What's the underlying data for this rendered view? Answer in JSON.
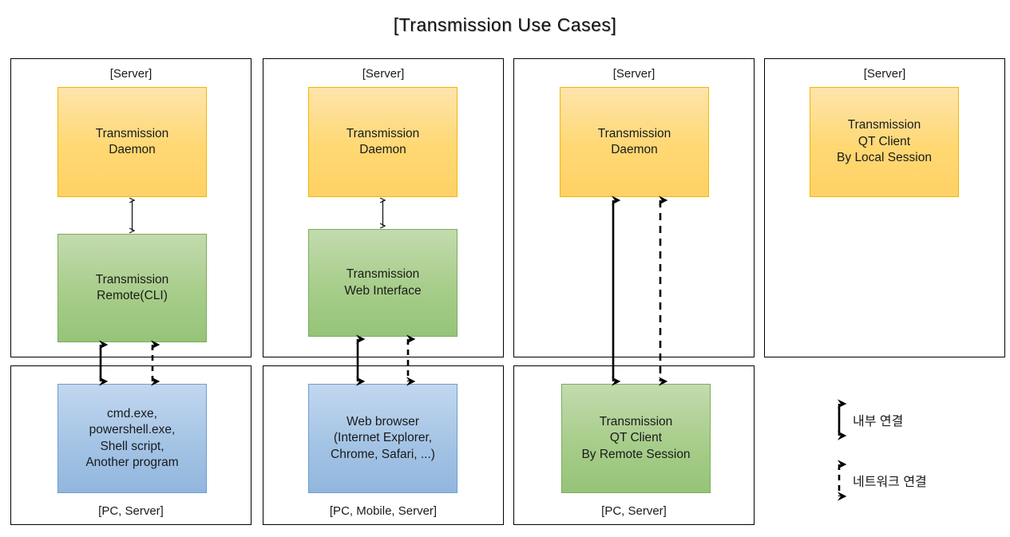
{
  "title": "[Transmission Use Cases]",
  "colors": {
    "orange_fill_top": "#fde4ab",
    "orange_fill_bottom": "#ffd166",
    "orange_border": "#f2b705",
    "green_fill_top": "#c3dbae",
    "green_fill_bottom": "#95c478",
    "green_border": "#7aad5b",
    "blue_fill_top": "#c2d7ef",
    "blue_fill_bottom": "#92b6de",
    "blue_border": "#6f9ccd",
    "panel_border": "#000000",
    "text": "#1a1a1a",
    "background": "#ffffff"
  },
  "columns": [
    {
      "id": "cli",
      "server_panel_caption": "[Server]",
      "client_panel_caption": "[PC, Server]",
      "nodes": [
        {
          "id": "daemon",
          "color": "orange",
          "label": "Transmission\nDaemon"
        },
        {
          "id": "remote-cli",
          "color": "green",
          "label": "Transmission\nRemote(CLI)"
        },
        {
          "id": "shells",
          "color": "blue",
          "label": "cmd.exe,\npowershell.exe,\nShell script,\nAnother program"
        }
      ],
      "connections": [
        {
          "from": "daemon",
          "to": "remote-cli",
          "style": "internal",
          "weight": "thin"
        },
        {
          "from": "remote-cli",
          "to": "shells",
          "style": "internal",
          "weight": "thick"
        },
        {
          "from": "remote-cli",
          "to": "shells",
          "style": "network",
          "weight": "thick"
        }
      ]
    },
    {
      "id": "web",
      "server_panel_caption": "[Server]",
      "client_panel_caption": "[PC, Mobile, Server]",
      "nodes": [
        {
          "id": "daemon",
          "color": "orange",
          "label": "Transmission\nDaemon"
        },
        {
          "id": "web-interface",
          "color": "green",
          "label": "Transmission\nWeb Interface"
        },
        {
          "id": "browser",
          "color": "blue",
          "label": "Web browser\n(Internet Explorer,\nChrome, Safari, ...)"
        }
      ],
      "connections": [
        {
          "from": "daemon",
          "to": "web-interface",
          "style": "internal",
          "weight": "thin"
        },
        {
          "from": "web-interface",
          "to": "browser",
          "style": "internal",
          "weight": "thick"
        },
        {
          "from": "web-interface",
          "to": "browser",
          "style": "network",
          "weight": "thick"
        }
      ]
    },
    {
      "id": "qt-remote",
      "server_panel_caption": "[Server]",
      "client_panel_caption": "[PC, Server]",
      "nodes": [
        {
          "id": "daemon",
          "color": "orange",
          "label": "Transmission\nDaemon"
        },
        {
          "id": "qt-remote-client",
          "color": "green",
          "label": "Transmission\nQT Client\nBy Remote Session"
        }
      ],
      "connections": [
        {
          "from": "daemon",
          "to": "qt-remote-client",
          "style": "internal",
          "weight": "thick"
        },
        {
          "from": "daemon",
          "to": "qt-remote-client",
          "style": "network",
          "weight": "thick"
        }
      ]
    },
    {
      "id": "qt-local",
      "server_panel_caption": "[Server]",
      "client_panel_caption": "",
      "nodes": [
        {
          "id": "qt-local-client",
          "color": "orange",
          "label": "Transmission\nQT Client\nBy Local Session"
        }
      ],
      "connections": []
    }
  ],
  "legend": {
    "items": [
      {
        "id": "internal",
        "style": "solid",
        "label": "내부 연결"
      },
      {
        "id": "network",
        "style": "dashed",
        "label": "네트워크 연결"
      }
    ]
  }
}
